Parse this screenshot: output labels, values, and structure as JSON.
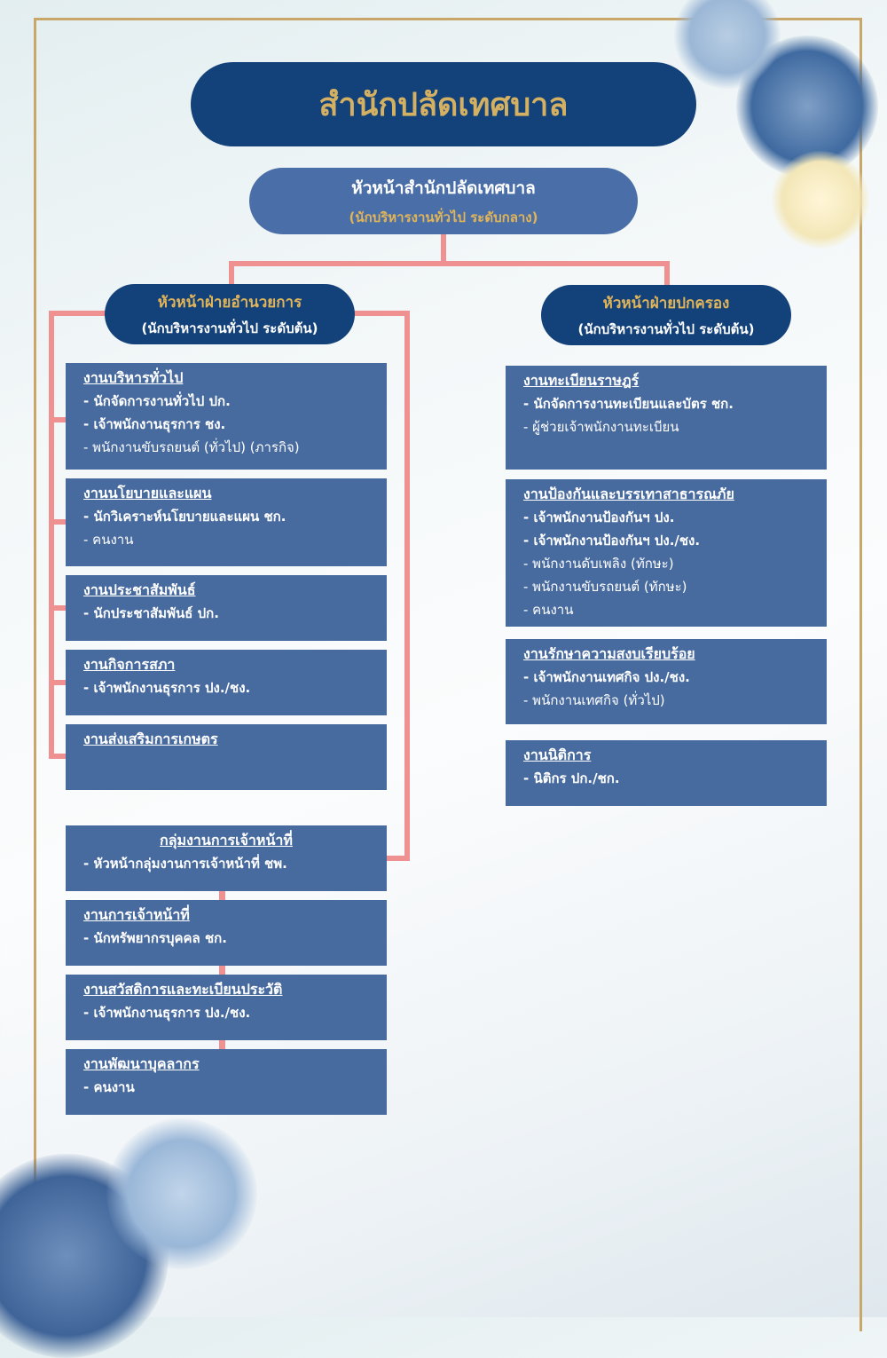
{
  "title": "สำนักปลัดเทศบาล",
  "head": {
    "title": "หัวหน้าสำนักปลัดเทศบาล",
    "subtitle": "(นักบริหารงานทั่วไป ระดับกลาง)"
  },
  "left_division": {
    "title": "หัวหน้าฝ่ายอำนวยการ",
    "subtitle": "(นักบริหารงานทั่วไป ระดับต้น)"
  },
  "right_division": {
    "title": "หัวหน้าฝ่ายปกครอง",
    "subtitle": "(นักบริหารงานทั่วไป ระดับต้น)"
  },
  "left_units": [
    {
      "heading": "งานบริหารทั่วไป",
      "items": [
        {
          "text": "- นักจัดการงานทั่วไป ปก.",
          "bold": true
        },
        {
          "text": "- เจ้าพนักงานธุรการ ชง.",
          "bold": true
        },
        {
          "text": "- พนักงานขับรถยนต์ (ทั่วไป) (ภารกิจ)",
          "bold": false
        }
      ]
    },
    {
      "heading": "งานนโยบายและแผน",
      "items": [
        {
          "text": "- นักวิเคราะห์นโยบายและแผน ชก.",
          "bold": true
        },
        {
          "text": "- คนงาน",
          "bold": false
        }
      ]
    },
    {
      "heading": "งานประชาสัมพันธ์",
      "items": [
        {
          "text": "- นักประชาสัมพันธ์ ปก.",
          "bold": true
        }
      ]
    },
    {
      "heading": "งานกิจการสภา",
      "items": [
        {
          "text": "- เจ้าพนักงานธุรการ ปง./ชง.",
          "bold": true
        }
      ]
    },
    {
      "heading": "งานส่งเสริมการเกษตร",
      "items": []
    }
  ],
  "personnel_group": {
    "heading": "กลุ่มงานการเจ้าหน้าที่",
    "items": [
      {
        "text": "- หัวหน้ากลุ่มงานการเจ้าหน้าที่ ชพ.",
        "bold": true
      }
    ]
  },
  "personnel_units": [
    {
      "heading": "งานการเจ้าหน้าที่",
      "items": [
        {
          "text": "- นักทรัพยากรบุคคล ชก.",
          "bold": true
        }
      ]
    },
    {
      "heading": "งานสวัสดิการและทะเบียนประวัติ",
      "items": [
        {
          "text": "- เจ้าพนักงานธุรการ ปง./ชง.",
          "bold": true
        }
      ]
    },
    {
      "heading": "งานพัฒนาบุคลากร",
      "items": [
        {
          "text": "- คนงาน",
          "bold": true
        }
      ]
    }
  ],
  "right_units": [
    {
      "heading": "งานทะเบียนราษฎร์",
      "items": [
        {
          "text": "- นักจัดการงานทะเบียนและบัตร  ชก.",
          "bold": true
        },
        {
          "text": "- ผู้ช่วยเจ้าพนักงานทะเบียน",
          "bold": false
        }
      ]
    },
    {
      "heading": "งานป้องกันและบรรเทาสาธารณภัย",
      "items": [
        {
          "text": "- เจ้าพนักงานป้องกันฯ ปง.",
          "bold": true
        },
        {
          "text": "- เจ้าพนักงานป้องกันฯ ปง./ชง.",
          "bold": true
        },
        {
          "text": "- พนักงานดับเพลิง (ทักษะ)",
          "bold": false
        },
        {
          "text": "- พนักงานขับรถยนต์ (ทักษะ)",
          "bold": false
        },
        {
          "text": "- คนงาน",
          "bold": false
        }
      ]
    },
    {
      "heading": "งานรักษาความสงบเรียบร้อย",
      "items": [
        {
          "text": "- เจ้าพนักงานเทศกิจ ปง./ชง.",
          "bold": true
        },
        {
          "text": "- พนักงานเทศกิจ (ทั่วไป)",
          "bold": false
        }
      ]
    },
    {
      "heading": "งานนิติการ",
      "items": [
        {
          "text": "- นิติกร ปก./ชก.",
          "bold": true
        }
      ]
    }
  ],
  "colors": {
    "title_bg": "#13417a",
    "gold": "#d4b062",
    "box": "#476a9f",
    "connector": "#f09191"
  }
}
